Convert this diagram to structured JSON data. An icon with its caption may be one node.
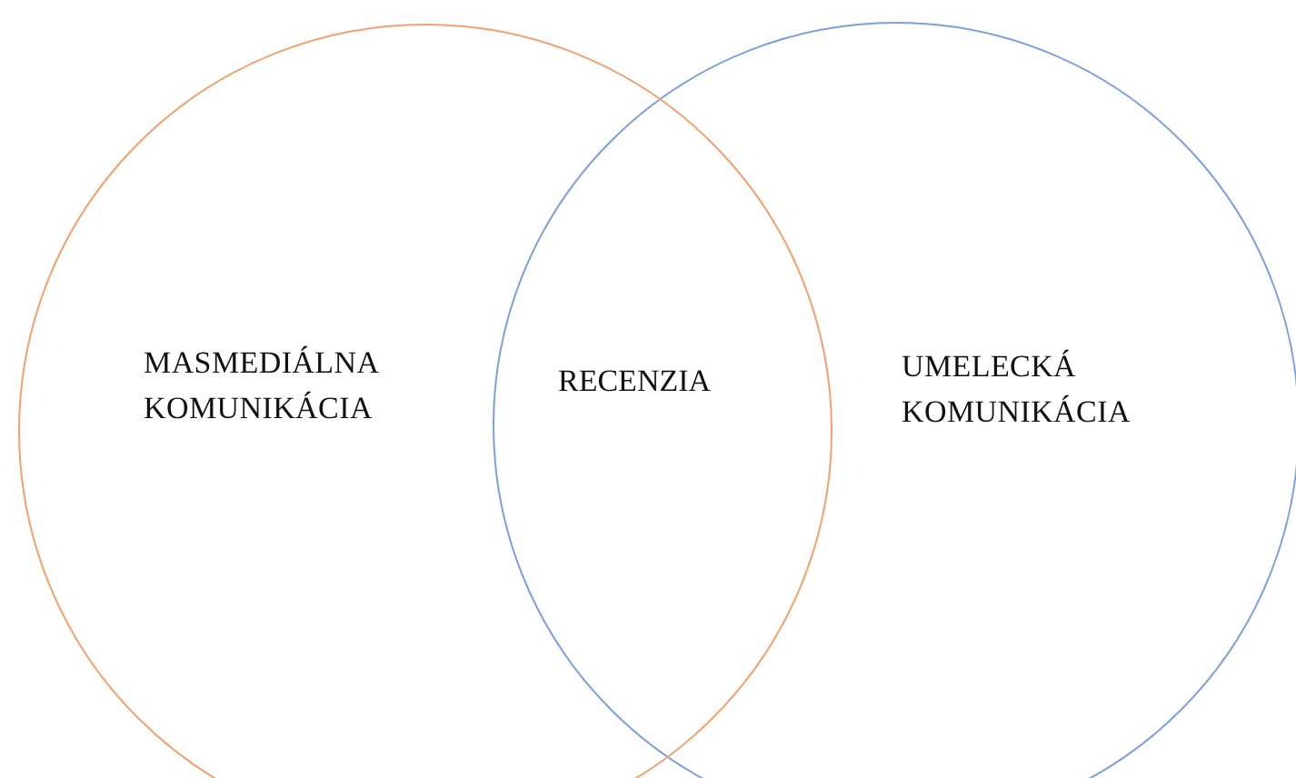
{
  "diagram": {
    "nodes": [
      {
        "text": [
          "MASMEDIÁLNA KOMUNIKÁCIA"
        ]
      },
      {
        "text": [
          "UMELECKÁ KOMUNIKÁCIA"
        ]
      }
    ],
    "labels": [
      "RECENZIA"
    ]
  }
}
